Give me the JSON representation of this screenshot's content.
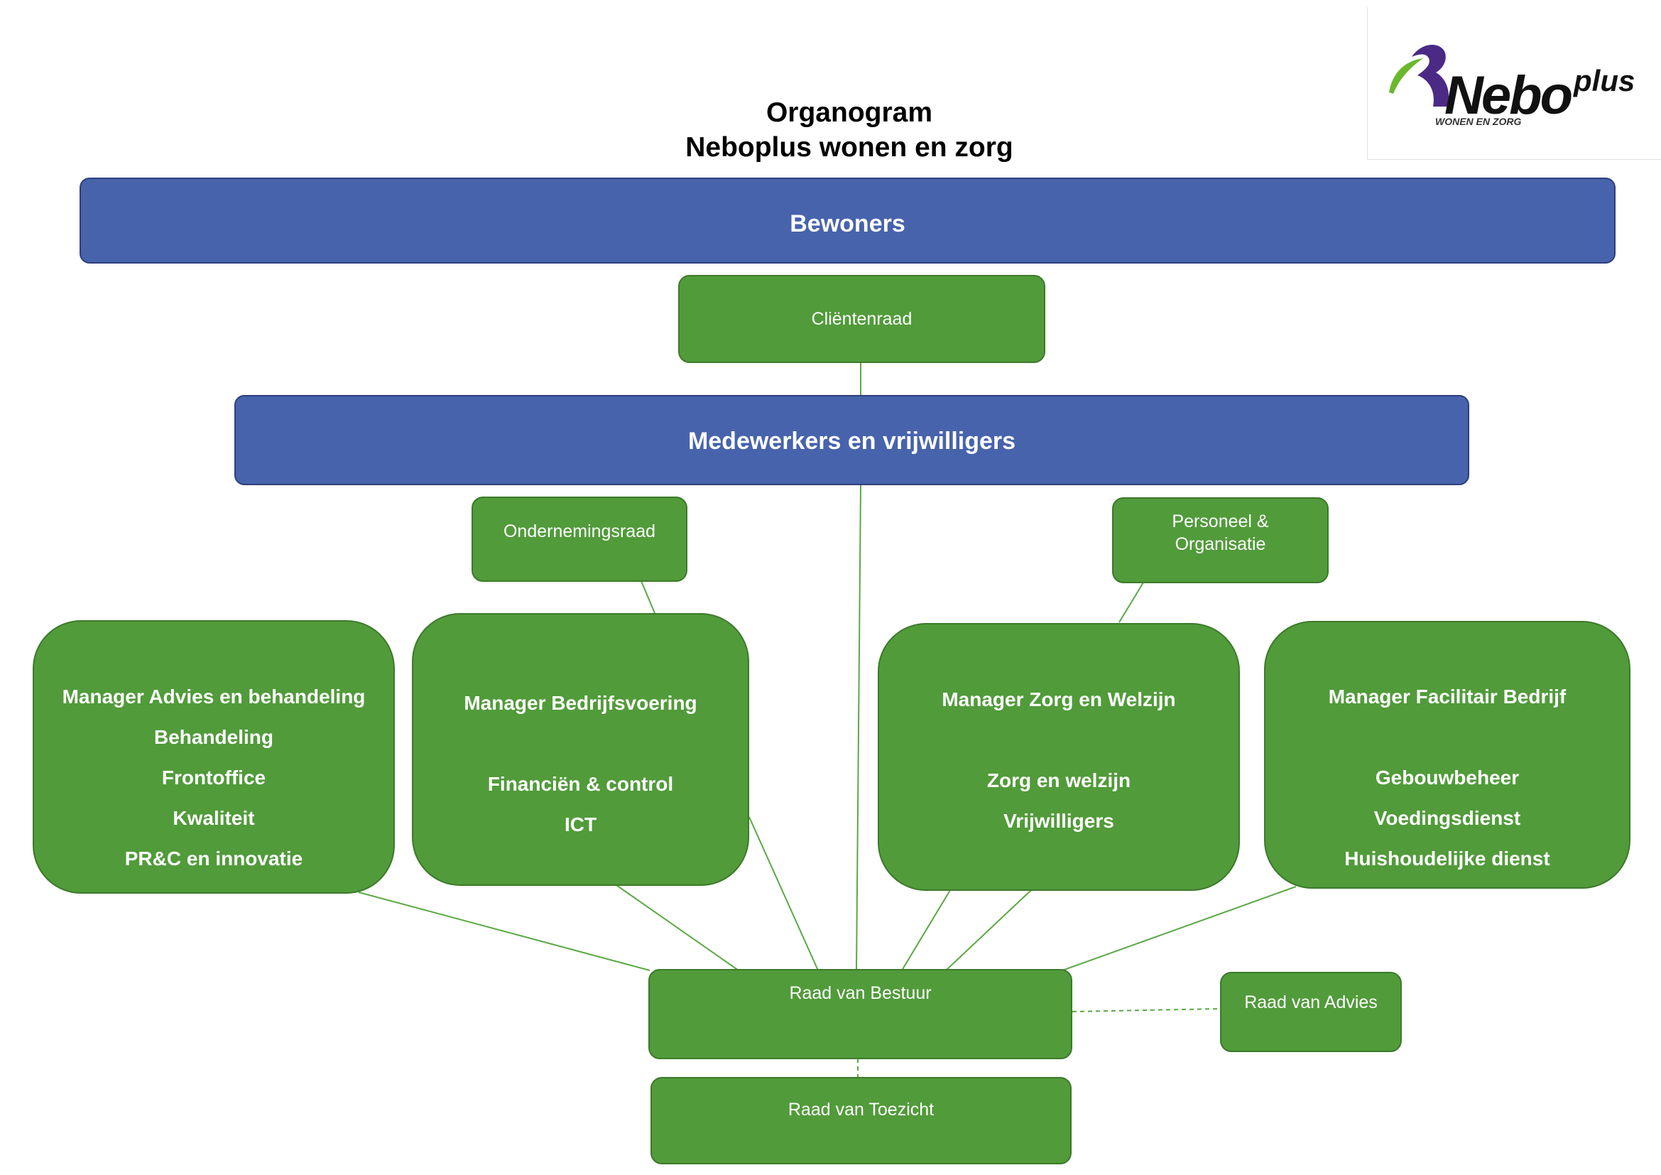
{
  "title": {
    "line1": "Organogram",
    "line2": "Neboplus wonen en zorg"
  },
  "logo": {
    "name": "Nebo",
    "super": "plus",
    "tagline": "WONEN EN ZORG"
  },
  "top": {
    "bewoners": "Bewoners",
    "clientenraad": "Cliëntenraad",
    "medewerkers": "Medewerkers en vrijwilligers"
  },
  "councils": {
    "ondernemingsraad": "Ondernemingsraad",
    "personeel_line1": "Personeel &",
    "personeel_line2": "Organisatie"
  },
  "managers": [
    {
      "title": "Manager Advies en behandeling",
      "items": [
        "Behandeling",
        "Frontoffice",
        "Kwaliteit",
        "PR&C en innovatie"
      ]
    },
    {
      "title": "Manager Bedrijfsvoering",
      "items": [
        "Financiën & control",
        "ICT"
      ]
    },
    {
      "title": "Manager Zorg en Welzijn",
      "items": [
        "Zorg en welzijn",
        "Vrijwilligers"
      ]
    },
    {
      "title": "Manager Facilitair Bedrijf",
      "items": [
        "Gebouwbeheer",
        "Voedingsdienst",
        "Huishoudelijke dienst"
      ]
    }
  ],
  "bottom": {
    "raad_bestuur": "Raad van Bestuur",
    "raad_advies": "Raad van Advies",
    "raad_toezicht": "Raad van Toezicht"
  },
  "colors": {
    "blue": "#4763ac",
    "green": "#519b3a",
    "line": "#5aa844",
    "logo_purple": "#4b2a86",
    "logo_green": "#6bb82e"
  }
}
